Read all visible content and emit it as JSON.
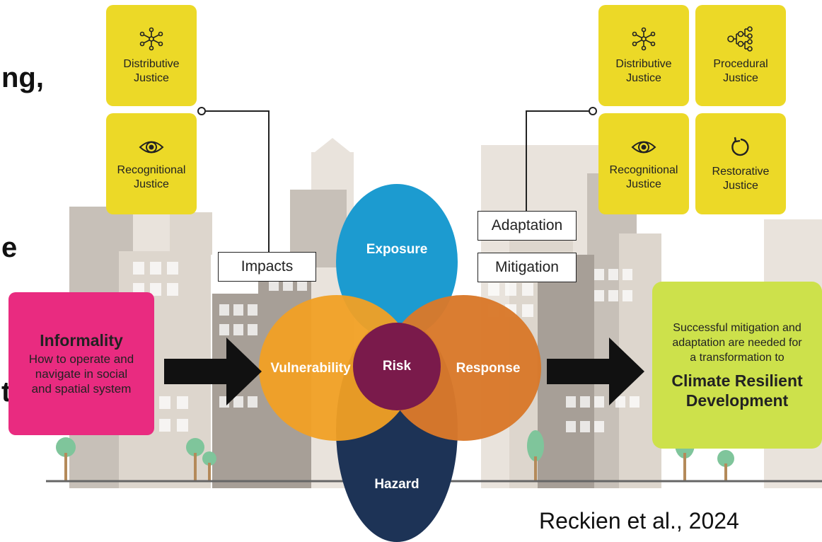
{
  "left_cutoff": {
    "line1": "ng,",
    "line2": "e",
    "line3": "t"
  },
  "justice_left": [
    {
      "label_line1": "Distributive",
      "label_line2": "Justice",
      "icon": "network-icon"
    },
    {
      "label_line1": "Recognitional",
      "label_line2": "Justice",
      "icon": "eye-icon"
    }
  ],
  "justice_right": [
    {
      "label_line1": "Distributive",
      "label_line2": "Justice",
      "icon": "network-icon"
    },
    {
      "label_line1": "Procedural",
      "label_line2": "Justice",
      "icon": "flowchart-icon"
    },
    {
      "label_line1": "Recognitional",
      "label_line2": "Justice",
      "icon": "eye-icon"
    },
    {
      "label_line1": "Restorative",
      "label_line2": "Justice",
      "icon": "refresh-icon"
    }
  ],
  "tags": {
    "impacts": "Impacts",
    "adaptation": "Adaptation",
    "mitigation": "Mitigation"
  },
  "informality": {
    "title": "Informality",
    "line1": "How to operate and",
    "line2": "navigate in social",
    "line3": "and spatial system"
  },
  "ellipses": {
    "exposure": "Exposure",
    "vulnerability": "Vulnerability",
    "risk": "Risk",
    "response": "Response",
    "hazard": "Hazard"
  },
  "outcome": {
    "line1": "Successful mitigation and",
    "line2": "adaptation are needed for",
    "line3": "a transformation to",
    "title1": "Climate Resilient",
    "title2": "Development"
  },
  "citation": "Reckien et al., 2024",
  "colors": {
    "yellow": "#ecd927",
    "pink": "#e92b80",
    "green": "#cde14b",
    "exposure": "#1c9bd0",
    "vulnerability": "#f1a024",
    "response": "#d9792a",
    "risk": "#7a1a4b",
    "hazard": "#1d3356"
  }
}
